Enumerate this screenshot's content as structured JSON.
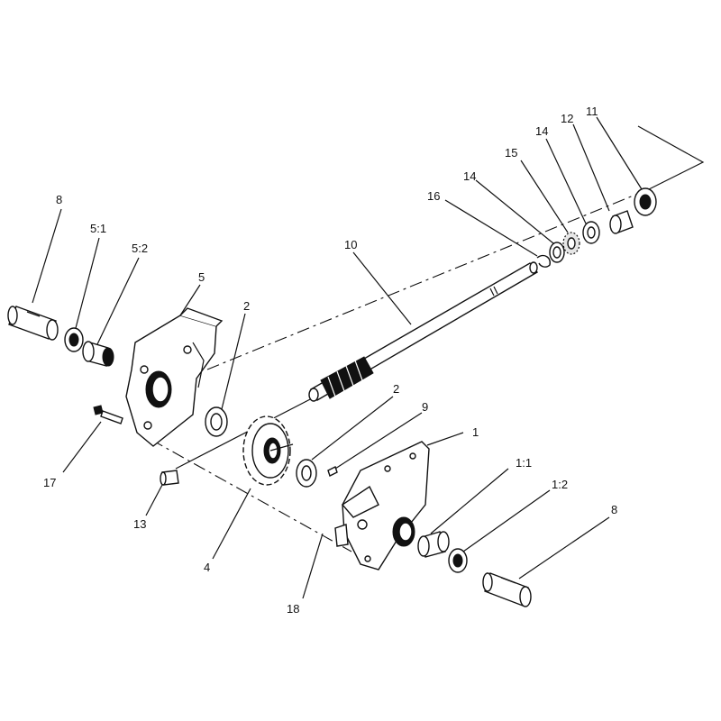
{
  "callouts": [
    {
      "id": "c8a",
      "text": "8"
    },
    {
      "id": "c51",
      "text": "5:1"
    },
    {
      "id": "c52",
      "text": "5:2"
    },
    {
      "id": "c5",
      "text": "5"
    },
    {
      "id": "c2a",
      "text": "2"
    },
    {
      "id": "c10",
      "text": "10"
    },
    {
      "id": "c16",
      "text": "16"
    },
    {
      "id": "c14a",
      "text": "14"
    },
    {
      "id": "c15",
      "text": "15"
    },
    {
      "id": "c14b",
      "text": "14"
    },
    {
      "id": "c12",
      "text": "12"
    },
    {
      "id": "c11",
      "text": "11"
    },
    {
      "id": "c2b",
      "text": "2"
    },
    {
      "id": "c9",
      "text": "9"
    },
    {
      "id": "c1",
      "text": "1"
    },
    {
      "id": "c11b",
      "text": "1:1"
    },
    {
      "id": "c12b",
      "text": "1:2"
    },
    {
      "id": "c8b",
      "text": "8"
    },
    {
      "id": "c17",
      "text": "17"
    },
    {
      "id": "c13",
      "text": "13"
    },
    {
      "id": "c4",
      "text": "4"
    },
    {
      "id": "c18",
      "text": "18"
    }
  ]
}
